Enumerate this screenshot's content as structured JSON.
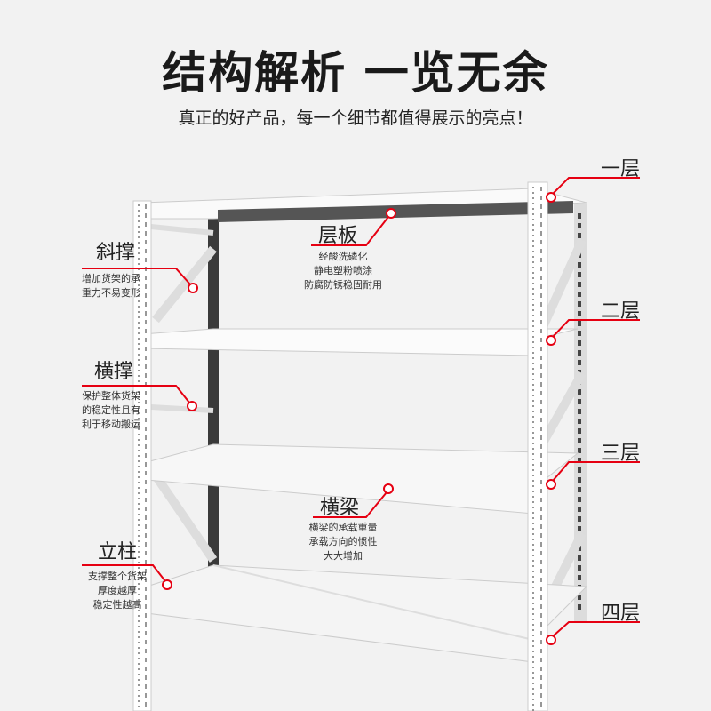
{
  "title": "结构解析 一览无余",
  "subtitle": "真正的好产品，每一个细节都值得展示的亮点！",
  "accent_color": "#e60012",
  "callouts": {
    "diagonal_brace": {
      "label": "斜撑",
      "desc": [
        "增加货架的承",
        "重力不易变形"
      ]
    },
    "cross_brace": {
      "label": "横撑",
      "desc": [
        "保护整体货架",
        "的稳定性且有",
        "利于移动搬运"
      ]
    },
    "upright": {
      "label": "立柱",
      "desc": [
        "支撑整个货架",
        "厚度越厚",
        "稳定性越高"
      ]
    },
    "shelf_board": {
      "label": "层板",
      "desc": [
        "经酸洗磷化",
        "静电塑粉喷涂",
        "防腐防锈稳固耐用"
      ]
    },
    "beam": {
      "label": "横梁",
      "desc": [
        "横梁的承载重量",
        "承载方向的惯性",
        "大大增加"
      ]
    }
  },
  "levels": [
    "一层",
    "二层",
    "三层",
    "四层"
  ]
}
